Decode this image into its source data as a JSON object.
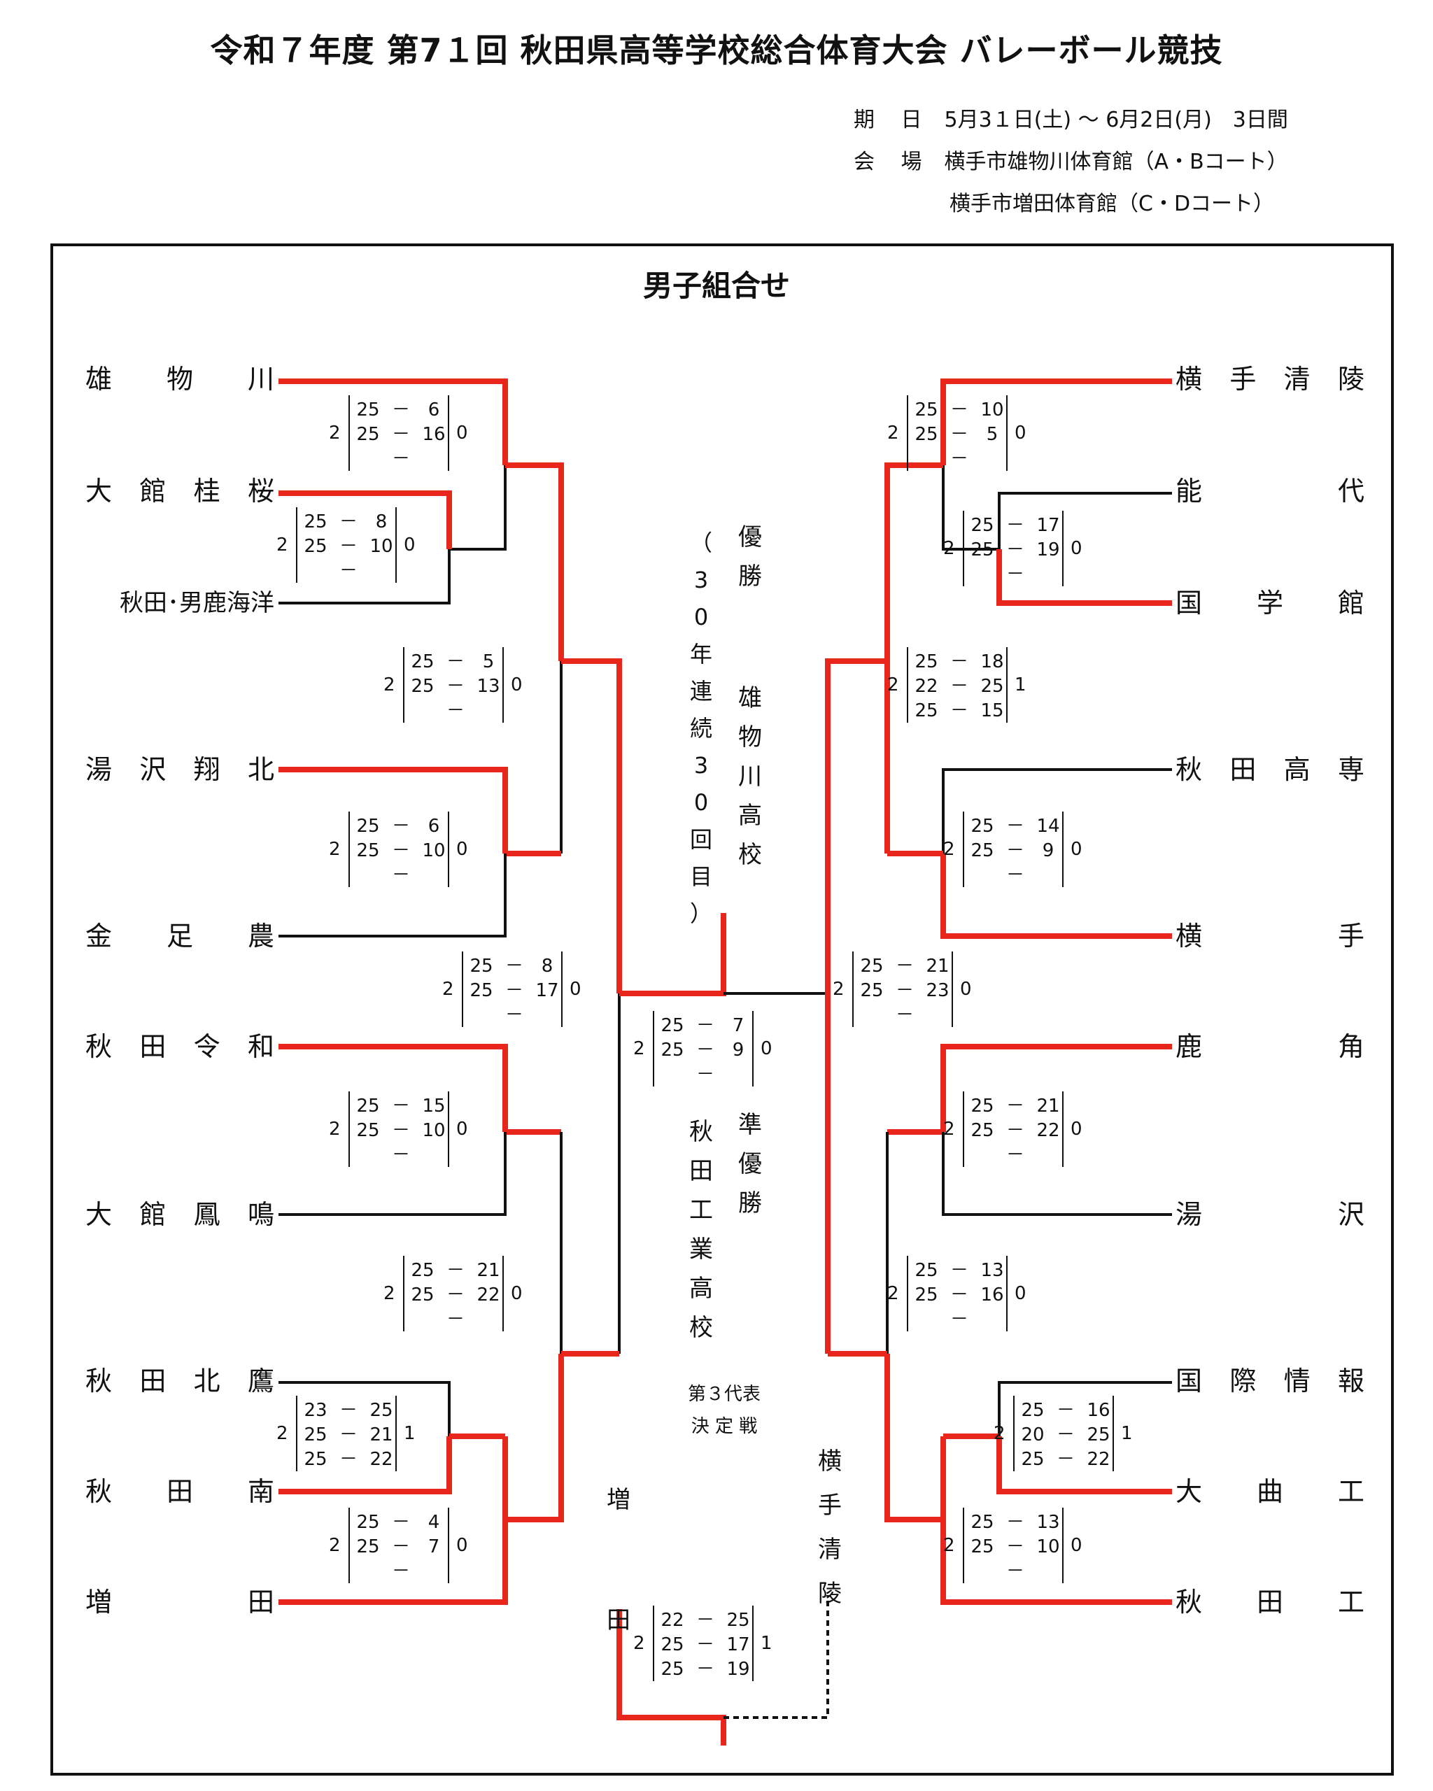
{
  "title": "令和７年度 第7１回 秋田県高等学校総合体育大会 バレーボール競技",
  "info": {
    "date_label": "期 日",
    "date_value": "5月3１日(土) ～ 6月2日(月)　3日間",
    "venue_label": "会 場",
    "venue_1": "横手市雄物川体育館（A・Bコート）",
    "venue_2": "横手市増田体育館（C・Dコート）"
  },
  "bracket_title": "男子組合せ",
  "colors": {
    "winner_line": "#e8261c",
    "line": "#111111"
  },
  "left_teams": [
    "雄　物　川",
    "大館桂桜",
    "秋田･男鹿海洋",
    "湯沢翔北",
    "金　足　農",
    "秋田令和",
    "大館鳳鳴",
    "秋田北鷹",
    "秋　田　南",
    "増　　田"
  ],
  "right_teams": [
    "横手清陵",
    "能　　代",
    "国　学　館",
    "秋田高専",
    "横　　手",
    "鹿　　角",
    "湯　　沢",
    "国際情報",
    "大　曲　工",
    "秋　田　工"
  ],
  "scores": [
    {
      "left": "2",
      "right": "0",
      "sets": [
        [
          "25",
          "6"
        ],
        [
          "25",
          "16"
        ]
      ]
    },
    {
      "left": "2",
      "right": "0",
      "sets": [
        [
          "25",
          "8"
        ],
        [
          "25",
          "10"
        ]
      ]
    },
    {
      "left": "2",
      "right": "0",
      "sets": [
        [
          "25",
          "5"
        ],
        [
          "25",
          "13"
        ]
      ]
    },
    {
      "left": "2",
      "right": "0",
      "sets": [
        [
          "25",
          "6"
        ],
        [
          "25",
          "10"
        ]
      ]
    },
    {
      "left": "2",
      "right": "0",
      "sets": [
        [
          "25",
          "8"
        ],
        [
          "25",
          "17"
        ]
      ]
    },
    {
      "left": "2",
      "right": "0",
      "sets": [
        [
          "25",
          "15"
        ],
        [
          "25",
          "10"
        ]
      ]
    },
    {
      "left": "2",
      "right": "0",
      "sets": [
        [
          "25",
          "21"
        ],
        [
          "25",
          "22"
        ]
      ]
    },
    {
      "left": "2",
      "right": "1",
      "sets": [
        [
          "23",
          "25"
        ],
        [
          "25",
          "21"
        ],
        [
          "25",
          "22"
        ]
      ]
    },
    {
      "left": "2",
      "right": "0",
      "sets": [
        [
          "25",
          "4"
        ],
        [
          "25",
          "7"
        ]
      ]
    },
    {
      "left": "2",
      "right": "0",
      "sets": [
        [
          "25",
          "10"
        ],
        [
          "25",
          "5"
        ]
      ]
    },
    {
      "left": "2",
      "right": "0",
      "sets": [
        [
          "25",
          "17"
        ],
        [
          "25",
          "19"
        ]
      ]
    },
    {
      "left": "2",
      "right": "1",
      "sets": [
        [
          "25",
          "18"
        ],
        [
          "22",
          "25"
        ],
        [
          "25",
          "15"
        ]
      ]
    },
    {
      "left": "2",
      "right": "0",
      "sets": [
        [
          "25",
          "14"
        ],
        [
          "25",
          "9"
        ]
      ]
    },
    {
      "left": "2",
      "right": "0",
      "sets": [
        [
          "25",
          "21"
        ],
        [
          "25",
          "23"
        ]
      ]
    },
    {
      "left": "2",
      "right": "0",
      "sets": [
        [
          "25",
          "21"
        ],
        [
          "25",
          "22"
        ]
      ]
    },
    {
      "left": "2",
      "right": "0",
      "sets": [
        [
          "25",
          "13"
        ],
        [
          "25",
          "16"
        ]
      ]
    },
    {
      "left": "2",
      "right": "1",
      "sets": [
        [
          "25",
          "16"
        ],
        [
          "20",
          "25"
        ],
        [
          "25",
          "22"
        ]
      ]
    },
    {
      "left": "2",
      "right": "0",
      "sets": [
        [
          "25",
          "13"
        ],
        [
          "25",
          "10"
        ]
      ]
    },
    {
      "left": "2",
      "right": "0",
      "sets": [
        [
          "25",
          "7"
        ],
        [
          "25",
          "9"
        ]
      ]
    },
    {
      "left": "2",
      "right": "1",
      "sets": [
        [
          "22",
          "25"
        ],
        [
          "25",
          "17"
        ],
        [
          "25",
          "19"
        ]
      ]
    }
  ],
  "champion_label": "優勝",
  "champion_team": "雄物川高校",
  "champion_note": "（30年連続30回目）",
  "runner_up_label": "準優勝",
  "runner_up_team": "秋田工業高校",
  "third_place_title_1": "第３代表",
  "third_place_title_2": "決 定 戦",
  "third_left_team": "増田",
  "third_right_team": "横手清陵"
}
